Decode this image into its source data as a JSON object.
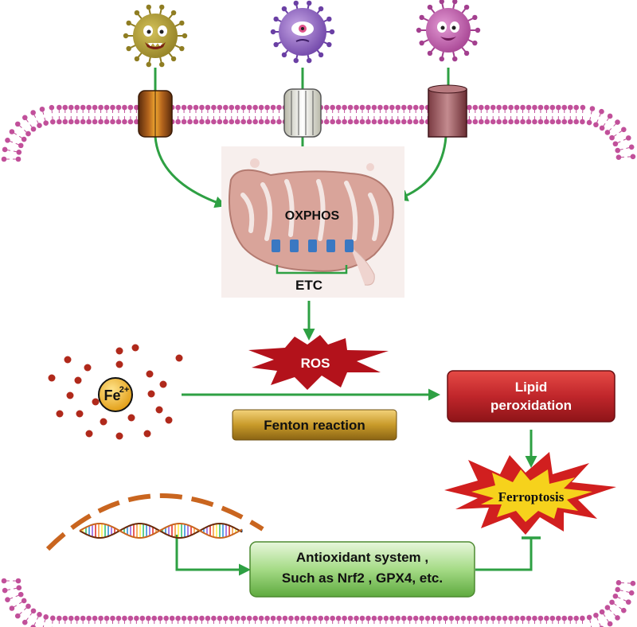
{
  "labels": {
    "oxphos": "OXPHOS",
    "etc": "ETC",
    "ros": "ROS",
    "fe_base": "Fe",
    "fe_charge": "2+",
    "fenton": "Fenton reaction",
    "lipid_line1": "Lipid",
    "lipid_line2": "peroxidation",
    "ferroptosis": "Ferroptosis",
    "antioxidant_line1": "Antioxidant system ,",
    "antioxidant_line2": "Such as Nrf2 , GPX4, etc."
  },
  "colors": {
    "arrow": "#2ea043",
    "membrane": "#c1509a",
    "mito_fill": "#d9a49a",
    "ros": "#b3121b",
    "fenton": "#c89a2a",
    "lipid": "#c0262b",
    "ferroptosis_outer": "#d11f1f",
    "ferroptosis_inner": "#f6d21c",
    "antioxidant": "#8fcf6f",
    "iron_dot": "#b0291b",
    "fe_ion": "#f2b21c",
    "nucleus": "#c9651f"
  },
  "icons": [
    "virus-olive-icon",
    "virus-purple-icon",
    "virus-pink-icon",
    "channel-brown-icon",
    "channel-white-icon",
    "channel-maroon-icon",
    "mitochondrion-icon",
    "dna-helix-icon"
  ]
}
